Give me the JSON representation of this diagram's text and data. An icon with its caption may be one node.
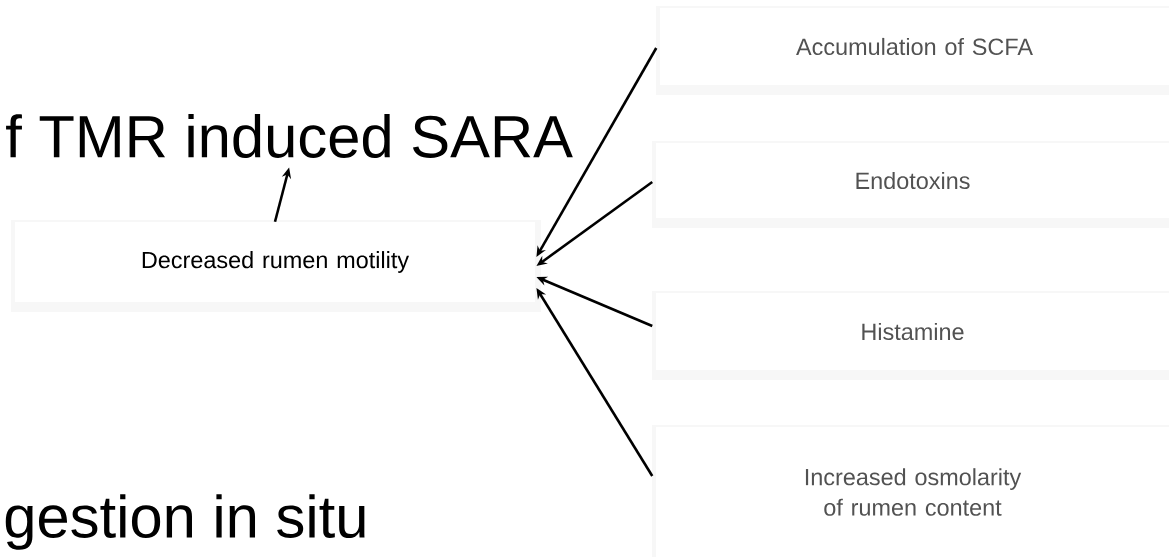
{
  "diagram": {
    "nodes": [
      {
        "text": [
          "f TMR induced SARA"
        ]
      },
      {
        "text": [
          "Decreased rumen motility"
        ]
      },
      {
        "text": [
          "Accumulation of SCFA"
        ]
      },
      {
        "text": [
          "Endotoxins"
        ]
      },
      {
        "text": [
          "Histamine"
        ]
      },
      {
        "text": [
          "Increased osmolarity of rumen content"
        ]
      }
    ],
    "edges": [
      {
        "from": 1,
        "to": 0,
        "arrow": "to"
      },
      {
        "from": 2,
        "to": 1,
        "arrow": "to"
      },
      {
        "from": 3,
        "to": 1,
        "arrow": "to"
      },
      {
        "from": 4,
        "to": 1,
        "arrow": "to"
      },
      {
        "from": 5,
        "to": 1,
        "arrow": "to"
      }
    ],
    "labels": [
      "gestion in situ"
    ]
  }
}
